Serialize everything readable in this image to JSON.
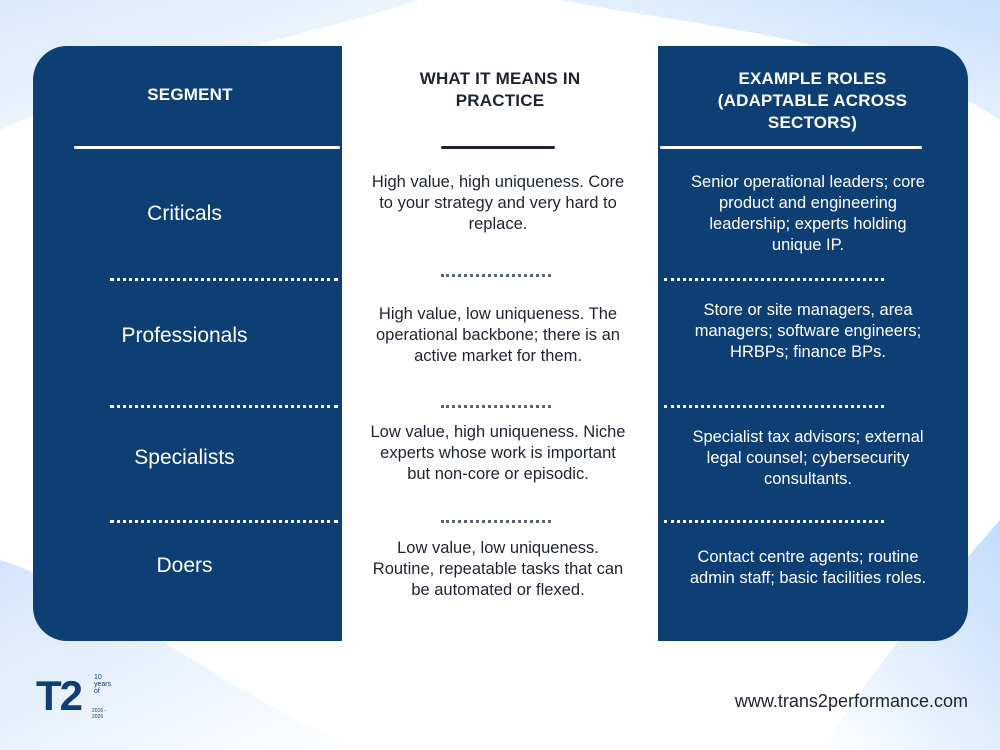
{
  "headers": {
    "segment": "SEGMENT",
    "meaning": "WHAT IT MEANS IN PRACTICE",
    "roles": "EXAMPLE ROLES (ADAPTABLE ACROSS SECTORS)"
  },
  "rows": [
    {
      "segment": "Criticals",
      "meaning": "High value, high uniqueness. Core to your strategy and very hard to replace.",
      "roles": "Senior operational leaders; core product and engineering leadership; experts holding unique IP."
    },
    {
      "segment": "Professionals",
      "meaning": "High value, low uniqueness. The operational backbone; there is an active market for them.",
      "roles": "Store or site managers, area managers; software engineers; HRBPs; finance BPs."
    },
    {
      "segment": "Specialists",
      "meaning": "Low value, high uniqueness. Niche experts whose work is important but non-core or episodic.",
      "roles": "Specialist tax advisors; external legal counsel; cybersecurity consultants."
    },
    {
      "segment": "Doers",
      "meaning": "Low value, low uniqueness. Routine, repeatable tasks that can be automated or flexed.",
      "roles": "Contact centre agents; routine admin staff; basic facilities roles."
    }
  ],
  "footer": {
    "logo_text": "T2",
    "logo_badge": "10 years of",
    "logo_years": "2016 - 2026",
    "url": "www.trans2performance.com"
  },
  "colors": {
    "panel": "#0e3f74",
    "middle": "#ffffff",
    "text_dark": "#1d2430"
  },
  "icons": [
    "t2-logo"
  ]
}
